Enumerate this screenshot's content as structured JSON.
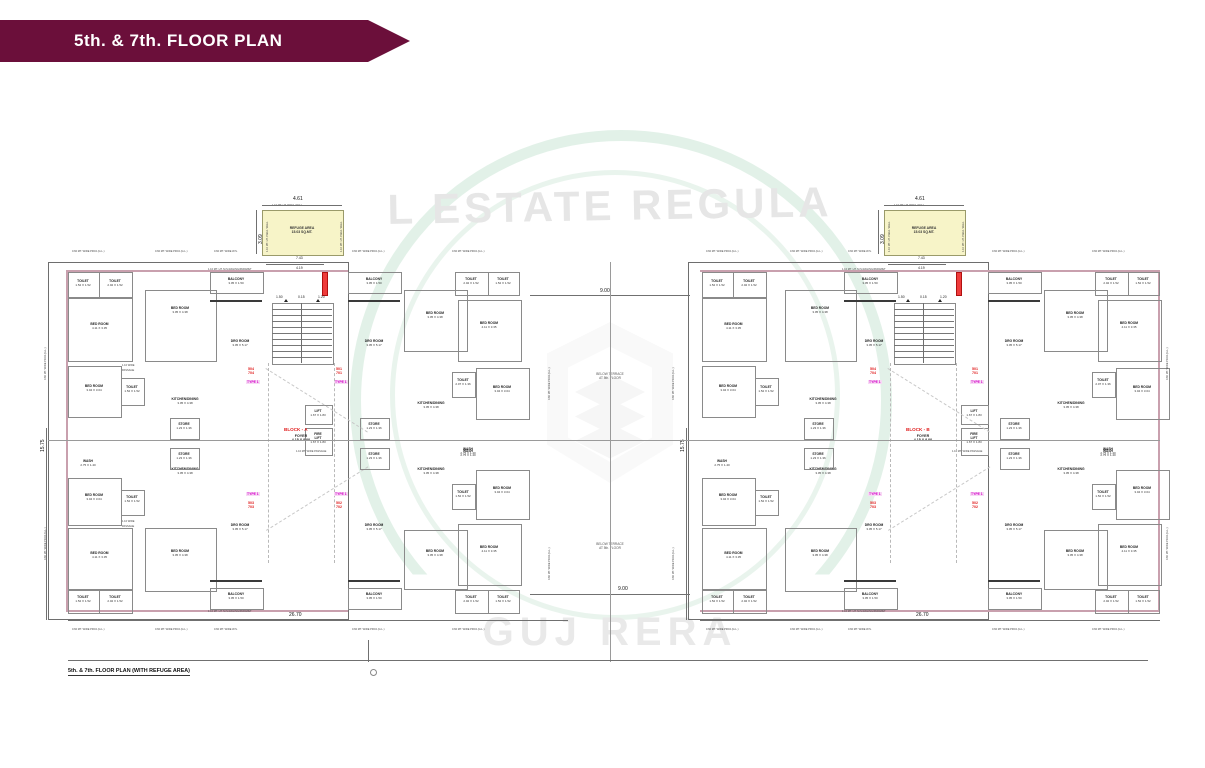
{
  "header": {
    "title": "5th. & 7th. FLOOR PLAN",
    "accent_color": "#6b0f3a"
  },
  "watermark": {
    "line1": "L ESTATE REGULA",
    "line2": "GUJ RERA",
    "arc_color": "#d8ece0",
    "text_color": "#e6e6e6"
  },
  "caption": "5th. & 7th. FLOOR PLAN (WITH REFUGE AREA)",
  "blocks": [
    {
      "id": "A",
      "label": "BLOCK - A",
      "foyer": "FOYER",
      "foyer_dim": "4.15 X 8.00"
    },
    {
      "id": "B",
      "label": "BLOCK - B",
      "foyer": "FOYER",
      "foyer_dim": "4.15 X 8.00"
    }
  ],
  "refuge": {
    "label": "REFUGE AREA",
    "area": "15.03 SQ.MT.",
    "width_dim": "4.61",
    "height_dim": "3.09",
    "wall_note": "1.10 MT. HT. PARA. WALL",
    "side_note": "1.10 MT. HT. PARA. WALL",
    "inner_dim": "7.43",
    "below_dim": "4.19",
    "fill": "#f7f4c8"
  },
  "core": {
    "lift": "LIFT",
    "lift_dim": "1.67 X 1.83",
    "fire_lift": "FIRE\nLIFT",
    "fire_lift_dim": "1.67 X 1.83",
    "passage_note": "1.10 MT. WIDE PASSAGE",
    "store": "STORE",
    "store_dim": "1.23 X 1.36",
    "lobby_note": "1.10 MT. WIDE\nPASSAGE",
    "stair_dims": [
      "1.50",
      "0.15",
      "1.20"
    ]
  },
  "rooms": {
    "bed_large": {
      "name": "BED ROOM",
      "dim": "4.11 X 3.35"
    },
    "bed_mid": {
      "name": "BED ROOM",
      "dim": "3.05 X 4.38"
    },
    "bed_small": {
      "name": "BED ROOM",
      "dim": "3.04 X 3.04"
    },
    "toilet_a": {
      "name": "TOILET",
      "dim": "1.52 X 1.52"
    },
    "toilet_b": {
      "name": "TOILET",
      "dim": "2.02 X 1.52"
    },
    "toilet_c": {
      "name": "TOILET",
      "dim": "2.07 X 1.36"
    },
    "drg": {
      "name": "DRG ROOM",
      "dim": "3.05 X 5.17"
    },
    "balcony": {
      "name": "BALCONY",
      "dim": "3.05 X 1.50"
    },
    "kitchen": {
      "name": "KITCHEN/DINING",
      "dim": "3.05 X 4.38"
    },
    "wash": {
      "name": "WASH",
      "dim": "2.75 X 1.40"
    },
    "store": {
      "name": "STORE",
      "dim": "1.23 X 1.36"
    }
  },
  "units": [
    {
      "numbers": "504\n704",
      "type": "TYPE 1"
    },
    {
      "numbers": "501\n701",
      "type": "TYPE 1"
    },
    {
      "numbers": "503\n703",
      "type": "TYPE 1"
    },
    {
      "numbers": "502\n702",
      "type": "TYPE 1"
    }
  ],
  "dimensions": {
    "overall_width": "26.70",
    "overall_height": "15.75",
    "gap_width": "9.00",
    "margin_note_a": "0.60 MT. WIDE PROJ.(G.L.)",
    "margin_note_b": "0.60 MT. WIDE PROJ.(G.L.)",
    "margin_note_c": "0.60 MT. WIDE W.S.",
    "wall_note_balcony": "1.10 MT. HT. M.S.RAILING/PARAPET",
    "terrace_note": "BELOW TERRACE\nAT 5th. FLOOR"
  },
  "colors": {
    "wall": "#3a3a3a",
    "pink_wall": "#c9a0ae",
    "unit_red": "#e01b1b",
    "type_magenta": "#d400c8",
    "refuge_fill": "#f7f4c8",
    "fire_door": "#ef3b3b"
  }
}
